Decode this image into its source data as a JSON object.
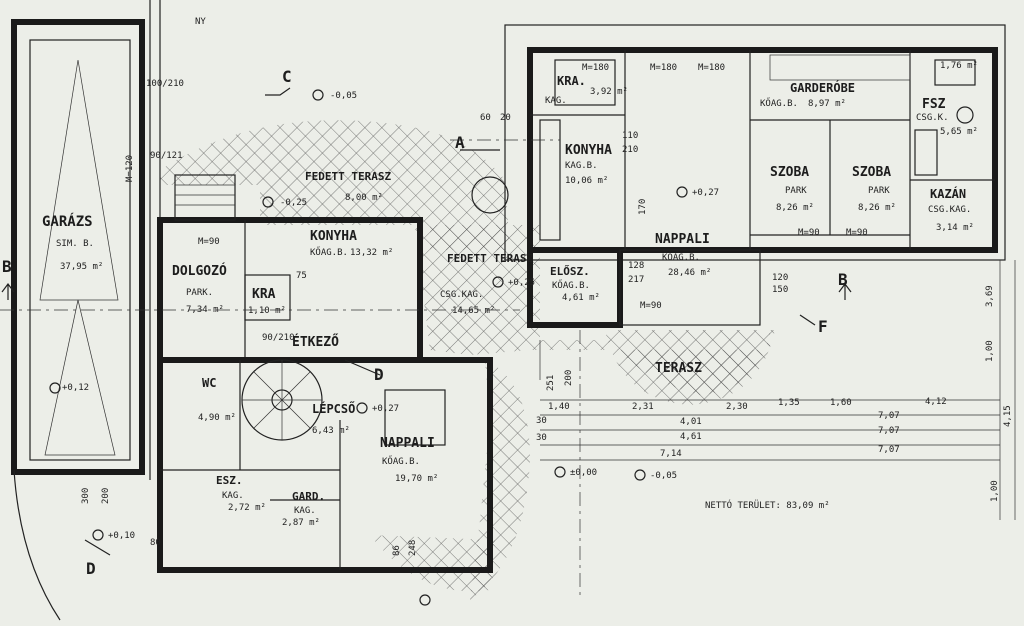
{
  "rooms": {
    "garage": {
      "name": "GARÁZS",
      "floor": "SIM. B.",
      "area": "37,95 m²"
    },
    "office": {
      "name": "DOLGOZÓ",
      "floor": "PARK.",
      "area": "7,34 m²"
    },
    "pantry_small": {
      "name": "KRA",
      "area": "1,10 m²"
    },
    "kitchen_left": {
      "name": "KONYHA",
      "floor": "KŐAG.B.",
      "area": "13,32 m²"
    },
    "dining": {
      "name": "ÉTKEZŐ"
    },
    "covered_terrace_top": {
      "name": "FEDETT TERASZ",
      "area": "8,00 m²"
    },
    "covered_terrace_mid": {
      "name": "FEDETT TERASZ",
      "floor": "CSG.KAG.",
      "area": "14,65 m²"
    },
    "wc": {
      "name": "WC",
      "area": "4,90 m²"
    },
    "stairs": {
      "name": "LÉPCSŐ",
      "area": "6,43 m²"
    },
    "living_left": {
      "name": "NAPPALI",
      "floor": "KŐAG.B.",
      "area": "19,70 m²"
    },
    "hall_left": {
      "name": "ESZ.",
      "floor": "KAG.",
      "area": "2,72 m²"
    },
    "wardrobe_left": {
      "name": "GARD.",
      "floor": "KAG.",
      "area": "2,87 m²"
    },
    "pantry_right": {
      "name": "KRA.",
      "floor": "KAG.",
      "area": "3,92 m²"
    },
    "kitchen_right": {
      "name": "KONYHA",
      "floor": "KAG.B.",
      "area": "10,06 m²"
    },
    "hall_right": {
      "name": "ELŐSZ.",
      "floor": "KŐAG.B.",
      "area": "4,61 m²"
    },
    "living_right": {
      "name": "NAPPALI",
      "floor": "KŐAG.B.",
      "area": "28,46 m²"
    },
    "wardrobe_right": {
      "name": "GARDERÓBE",
      "floor": "KŐAG.B.",
      "area": "8,97 m²"
    },
    "bedroom1": {
      "name": "SZOBA",
      "floor": "PARK",
      "area": "8,26 m²"
    },
    "bedroom2": {
      "name": "SZOBA",
      "floor": "PARK",
      "area": "8,26 m²"
    },
    "bathroom": {
      "name": "FSZ",
      "floor": "CSG.K.",
      "area": "5,65 m²"
    },
    "toilet_right": {
      "area": "1,76 m²"
    },
    "boiler": {
      "name": "KAZÁN",
      "floor": "CSG.KAG.",
      "area": "3,14 m²"
    },
    "terrace_bottom": {
      "name": "TERASZ"
    }
  },
  "section_marks": {
    "a": "A",
    "b_left": "B",
    "b_right": "B",
    "c": "C",
    "d_top": "D",
    "d_bottom": "D",
    "f": "F",
    "north": "NY"
  },
  "levels": {
    "l1": "-0,05",
    "l2": "-0,25",
    "l3": "+0,27",
    "l4": "+0,25",
    "l5": "+0,12",
    "l6": "+0,27",
    "l7": "±0,00",
    "l8": "-0,05",
    "l9": "+0,10"
  },
  "net_area": "NETTÓ TERÜLET: 83,09 m²",
  "dimensions": {
    "m120": "M=120",
    "m90": "M=90",
    "m180": "M=180",
    "d707": "7,07",
    "d714": "7,14",
    "d401": "4,01",
    "d461": "4,61",
    "d230": "2,30",
    "d135": "1,35",
    "d160": "1,60",
    "d412": "4,12",
    "d140": "1,40",
    "d231": "2,31",
    "d30": "30",
    "d100": "1,00",
    "d300": "300",
    "d200": "200",
    "d369": "3,69",
    "d415": "4,15",
    "d100_210": "100/210",
    "d90_121": "90/121",
    "d150": "150",
    "d120": "120",
    "d60": "60",
    "d20": "20",
    "d110": "110",
    "d210": "210",
    "d90_210": "90/210",
    "d251": "251",
    "d200b": "200",
    "d80": "80",
    "d248": "248",
    "d86": "86",
    "d170": "170",
    "d128": "128",
    "d217": "217",
    "d75": "75"
  }
}
